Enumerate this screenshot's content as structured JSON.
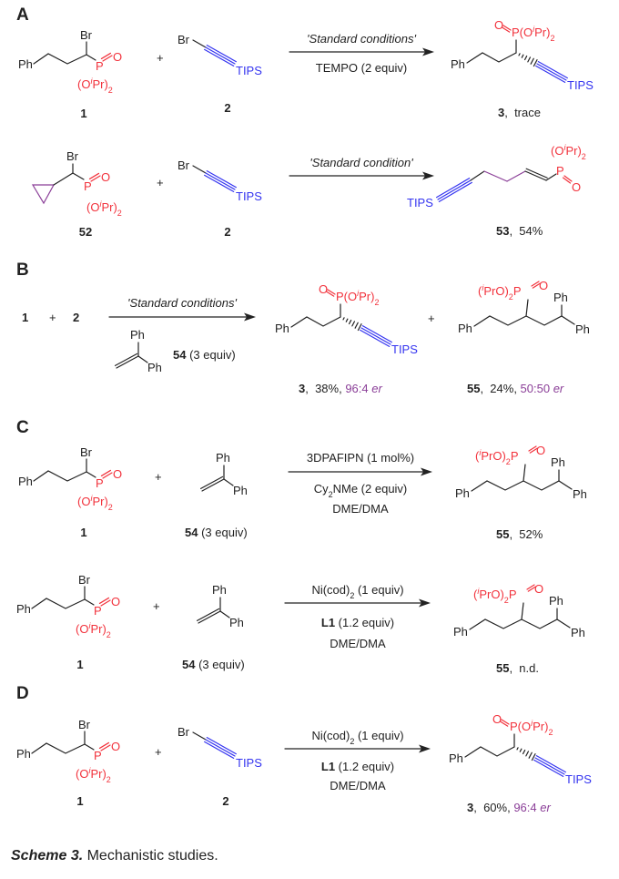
{
  "panels": {
    "A": "A",
    "B": "B",
    "C": "C",
    "D": "D"
  },
  "atoms": {
    "Ph": "Ph",
    "Br": "Br",
    "P": "P",
    "O": "O",
    "TIPS": "TIPS",
    "plus": "+"
  },
  "oipr": {
    "open": "(O",
    "i": "i",
    "pr": "Pr)",
    "sub": "2"
  },
  "poipr": {
    "open": "P(O"
  },
  "ipro": {
    "open": "(",
    "i": "i",
    "pro": "PrO)",
    "sub": "2",
    "p": "P"
  },
  "reactions": {
    "A1": {
      "above": "'Standard conditions'",
      "below": "TEMPO (2 equiv)",
      "r1": "1",
      "r2": "2",
      "product": "3",
      "result": ",  trace"
    },
    "A2": {
      "above": "'Standard condition'",
      "r1": "52",
      "r2": "2",
      "product": "53",
      "result": ",  54%"
    },
    "B": {
      "r1": "1",
      "r2": "2",
      "above": "'Standard conditions'",
      "additive": "54",
      "additive_amount": " (3 equiv)",
      "p1": "3",
      "p1_result": ",  38%, ",
      "p1_er": "96:4 ",
      "er": "er",
      "p2": "55",
      "p2_result": ",  24%, ",
      "p2_er": "50:50 "
    },
    "C1": {
      "cond1": "3DPAFIPN (1 mol%)",
      "cond2_a": "Cy",
      "cond2_sub": "2",
      "cond2_b": "NMe (2 equiv)",
      "cond3": "DME/DMA",
      "r1": "1",
      "r2": "54",
      "r2_amount": " (3 equiv)",
      "product": "55",
      "result": ",  52%"
    },
    "C2": {
      "cond1_a": "Ni(cod)",
      "cond1_sub": "2",
      "cond1_b": " (1 equiv)",
      "cond2_a": "L1",
      "cond2_b": " (1.2 equiv)",
      "cond3": "DME/DMA",
      "r1": "1",
      "r2": "54",
      "r2_amount": " (3 equiv)",
      "product": "55",
      "result": ",  n.d."
    },
    "D": {
      "cond1_a": "Ni(cod)",
      "cond1_sub": "2",
      "cond1_b": " (1 equiv)",
      "cond2_a": "L1",
      "cond2_b": " (1.2 equiv)",
      "cond3": "DME/DMA",
      "r1": "1",
      "r2": "2",
      "product": "3",
      "result": ",  60%, ",
      "er_val": "96:4 ",
      "er": "er"
    }
  },
  "caption": {
    "label": "Scheme 3.",
    "text": " Mechanistic studies."
  },
  "colors": {
    "phosphonate": "#f2323c",
    "tips_alkyne": "#3434f0",
    "highlight": "#8b3f98",
    "text": "#222222"
  }
}
